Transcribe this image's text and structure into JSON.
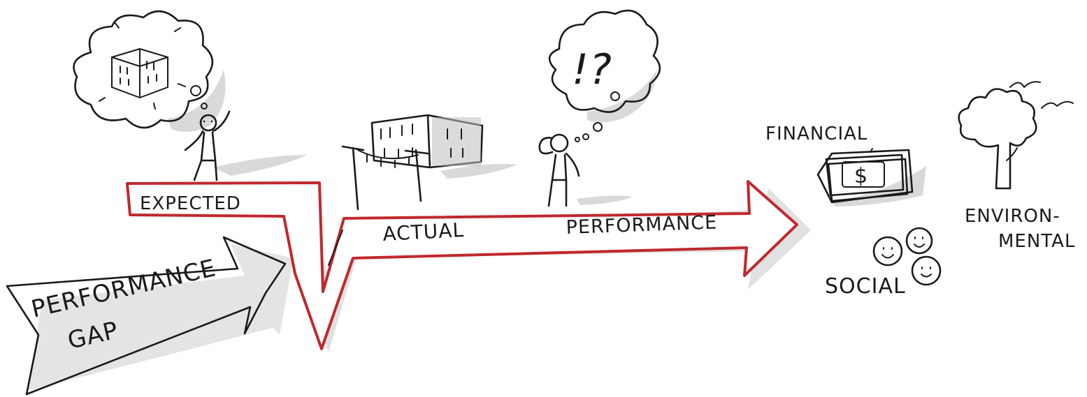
{
  "labels": {
    "expected": "EXPECTED",
    "actual": "ACTUAL",
    "performance": "PERFORMANCE",
    "gap_line1": "PERFORMANCE",
    "gap_line2": "GAP",
    "financial": "FINANCIAL",
    "social": "SOCIAL",
    "environmental_line1": "ENVIRON-",
    "environmental_line2": "MENTAL",
    "thought_marks": "!?",
    "money_symbol": "$"
  },
  "colors": {
    "ink": "#1a1a1a",
    "accent_red": "#c0282e",
    "shadow": "#d9d9d9",
    "background": "#ffffff"
  },
  "icons": [
    "thought-cloud-building-icon",
    "person-waving-icon",
    "building-icon",
    "clothesline-icon",
    "thought-cloud-question-icon",
    "person-thinking-icon",
    "money-stack-icon",
    "smiley-faces-icon",
    "tree-icon",
    "birds-icon"
  ]
}
